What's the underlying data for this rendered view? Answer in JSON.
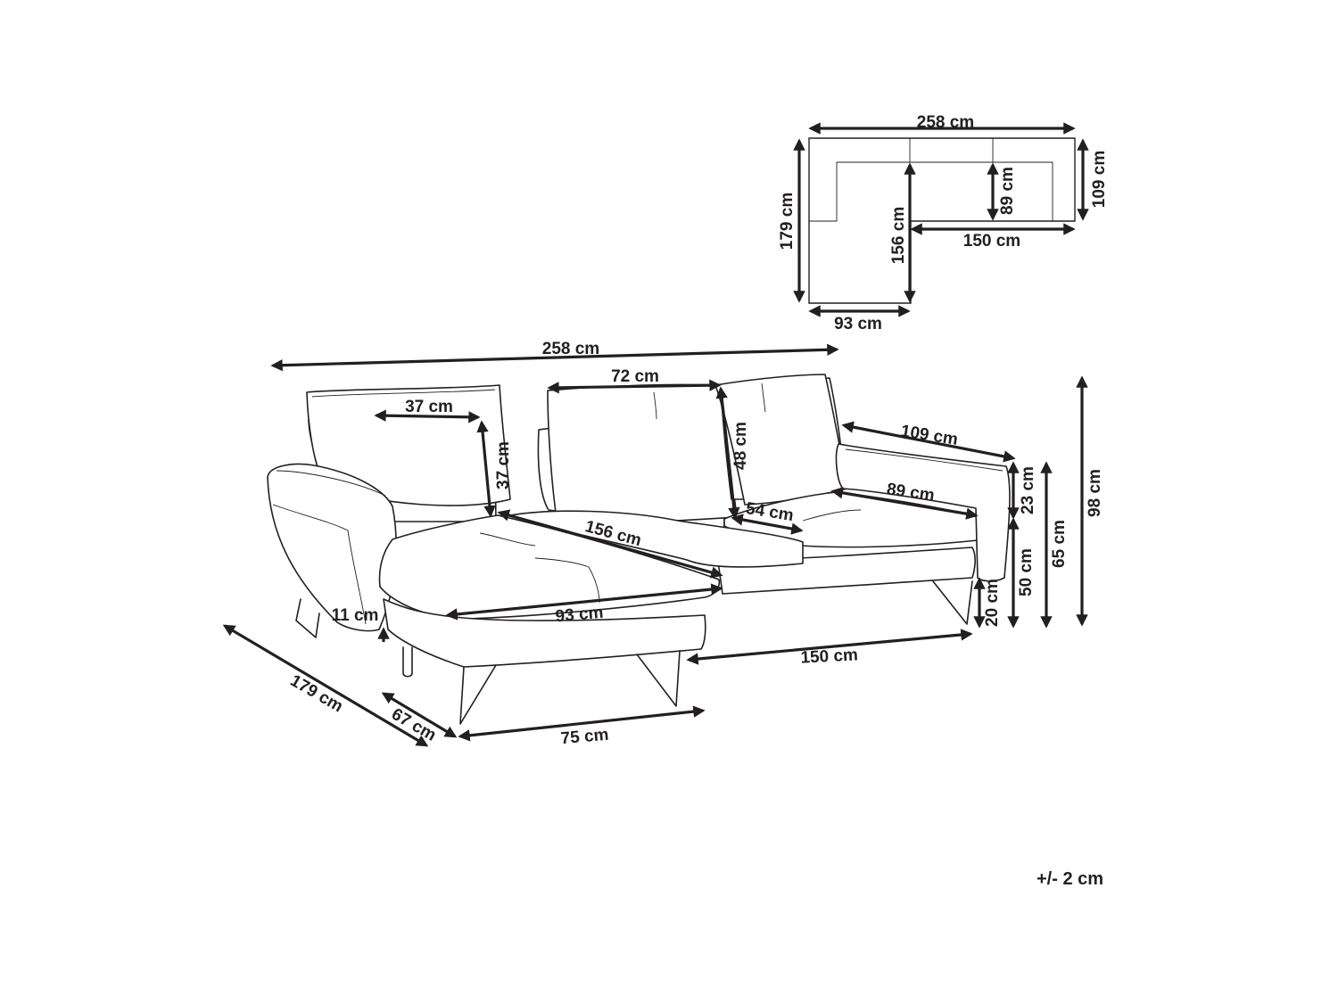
{
  "plan_view": {
    "total_width": "258 cm",
    "depth_right": "109 cm",
    "inner_depth": "89 cm",
    "total_length": "179 cm",
    "chaise_inner_length": "156 cm",
    "inner_width": "150 cm",
    "chaise_width": "93 cm"
  },
  "sofa_view": {
    "total_width": "258 cm",
    "back_cushion_width": "72 cm",
    "pillow_width": "37 cm",
    "pillow_height": "37 cm",
    "back_cushion_height": "48 cm",
    "armrest_length": "109 cm",
    "seat_width": "89 cm",
    "seat_depth": "54 cm",
    "chaise_length": "156 cm",
    "chaise_width": "93 cm",
    "armrest_height": "23 cm",
    "seat_height": "50 cm",
    "arm_height": "65 cm",
    "total_height": "98 cm",
    "leg_height": "20 cm",
    "chaise_leg_height": "11 cm",
    "bottom_width": "150 cm",
    "total_length": "179 cm",
    "chaise_depth": "67 cm",
    "chaise_front_width": "75 cm"
  },
  "tolerance": "+/- 2 cm"
}
